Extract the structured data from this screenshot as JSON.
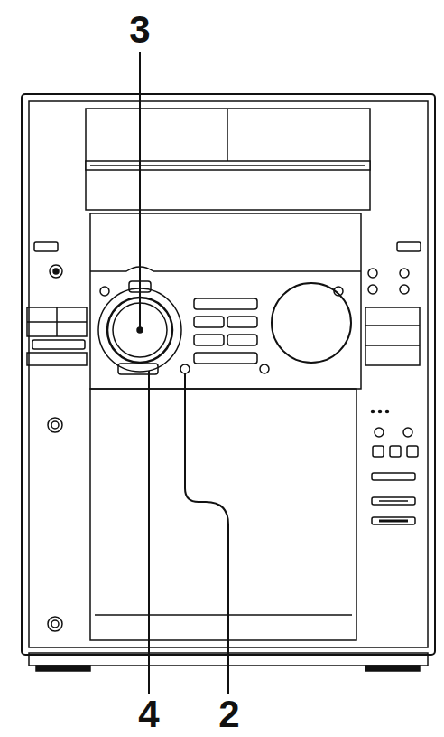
{
  "diagram": {
    "labels": [
      "3",
      "4",
      "2"
    ]
  }
}
